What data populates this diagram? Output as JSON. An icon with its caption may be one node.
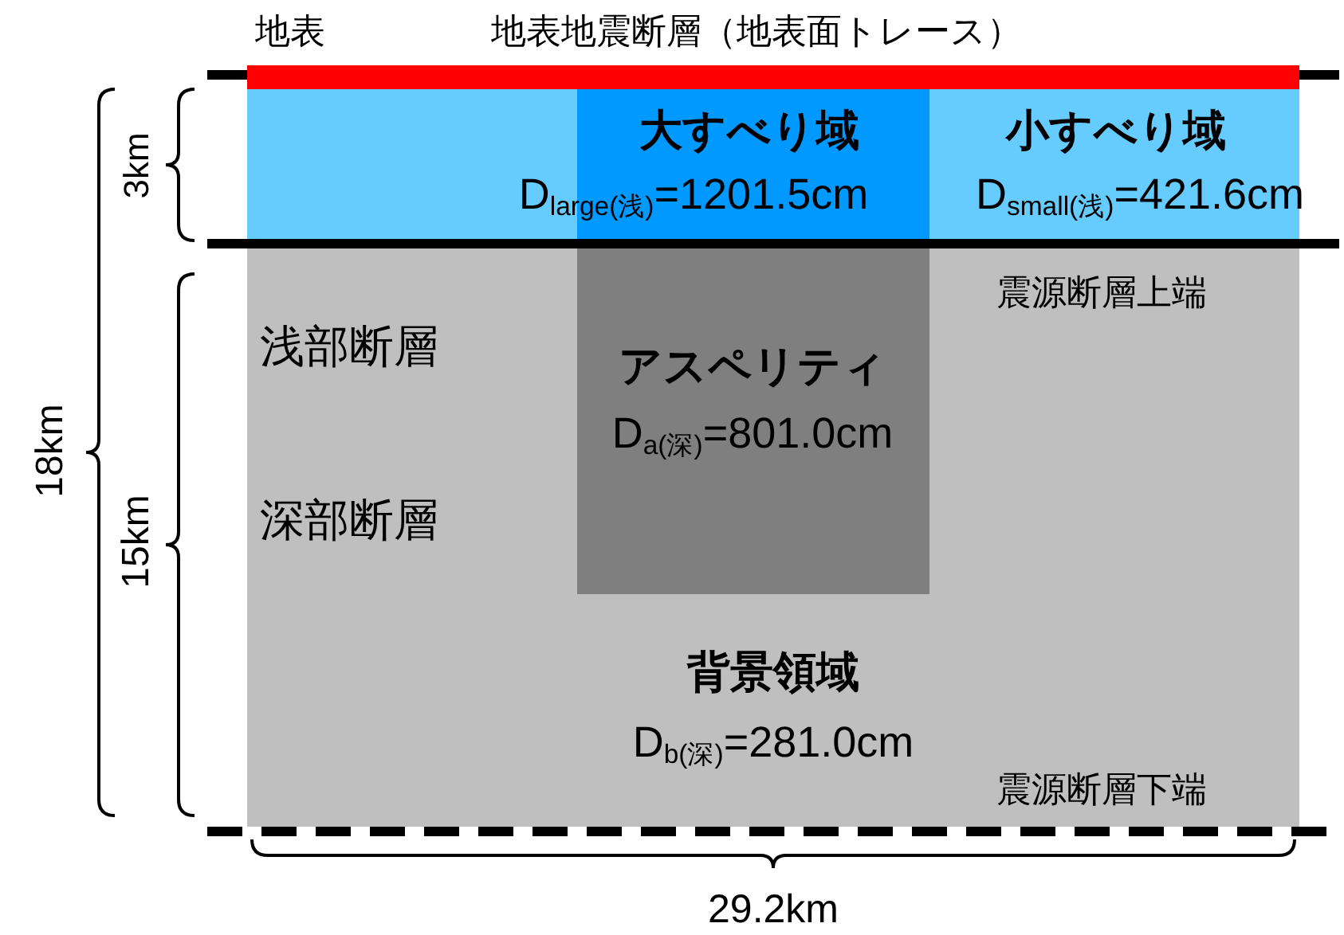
{
  "diagram": {
    "nodes": [
      {
        "text": [
          "小すべり域",
          "D$_{small(浅)}$=421.6cm"
        ]
      },
      {
        "text": [
          "大すべり域",
          "D$_{large(浅)}$=1201.5cm"
        ],
        "in": 0
      },
      {
        "text": [
          "背景領域",
          "D$_{b(深)}$=281.0cm"
        ]
      },
      {
        "text": [
          "アスペリティ",
          "D$_{a(深)}$=801.0cm"
        ],
        "in": 2
      }
    ],
    "labels": [
      "地表",
      "地表地震断層（地表面トレース）",
      "3km",
      "震源断層上端",
      "浅部断層",
      "18km",
      "深部断層",
      "15km",
      "震源断層下端",
      "29.2km"
    ]
  }
}
